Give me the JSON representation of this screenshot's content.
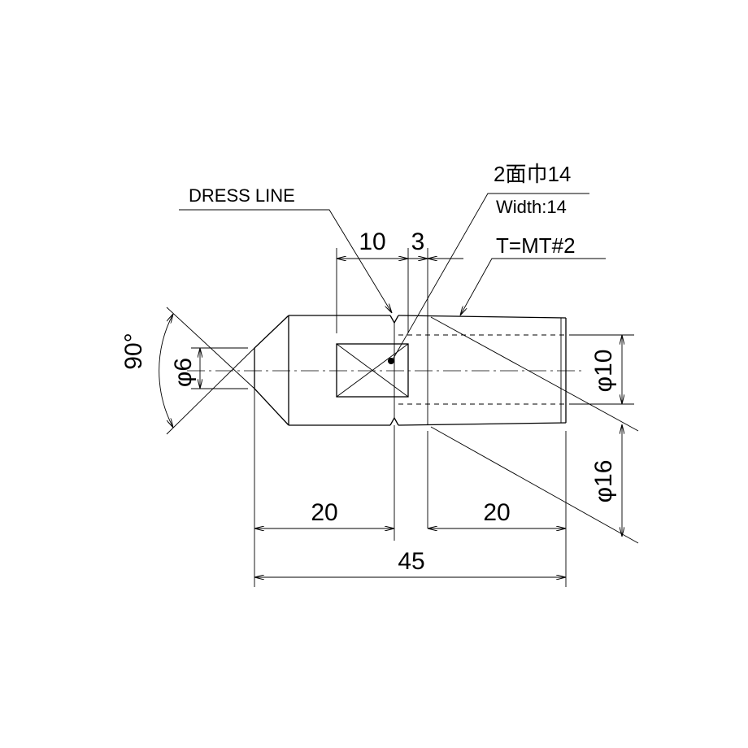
{
  "labels": {
    "dress_line": "DRESS LINE",
    "flat_jp": "2面巾14",
    "flat_en": "Width:14",
    "taper": "T=MT#2",
    "dim_10": "10",
    "dim_3": "3",
    "angle": "90°",
    "dia_6": "φ6",
    "dia_10": "φ10",
    "dia_16": "φ16",
    "len_20_left": "20",
    "len_20_right": "20",
    "len_45": "45"
  }
}
